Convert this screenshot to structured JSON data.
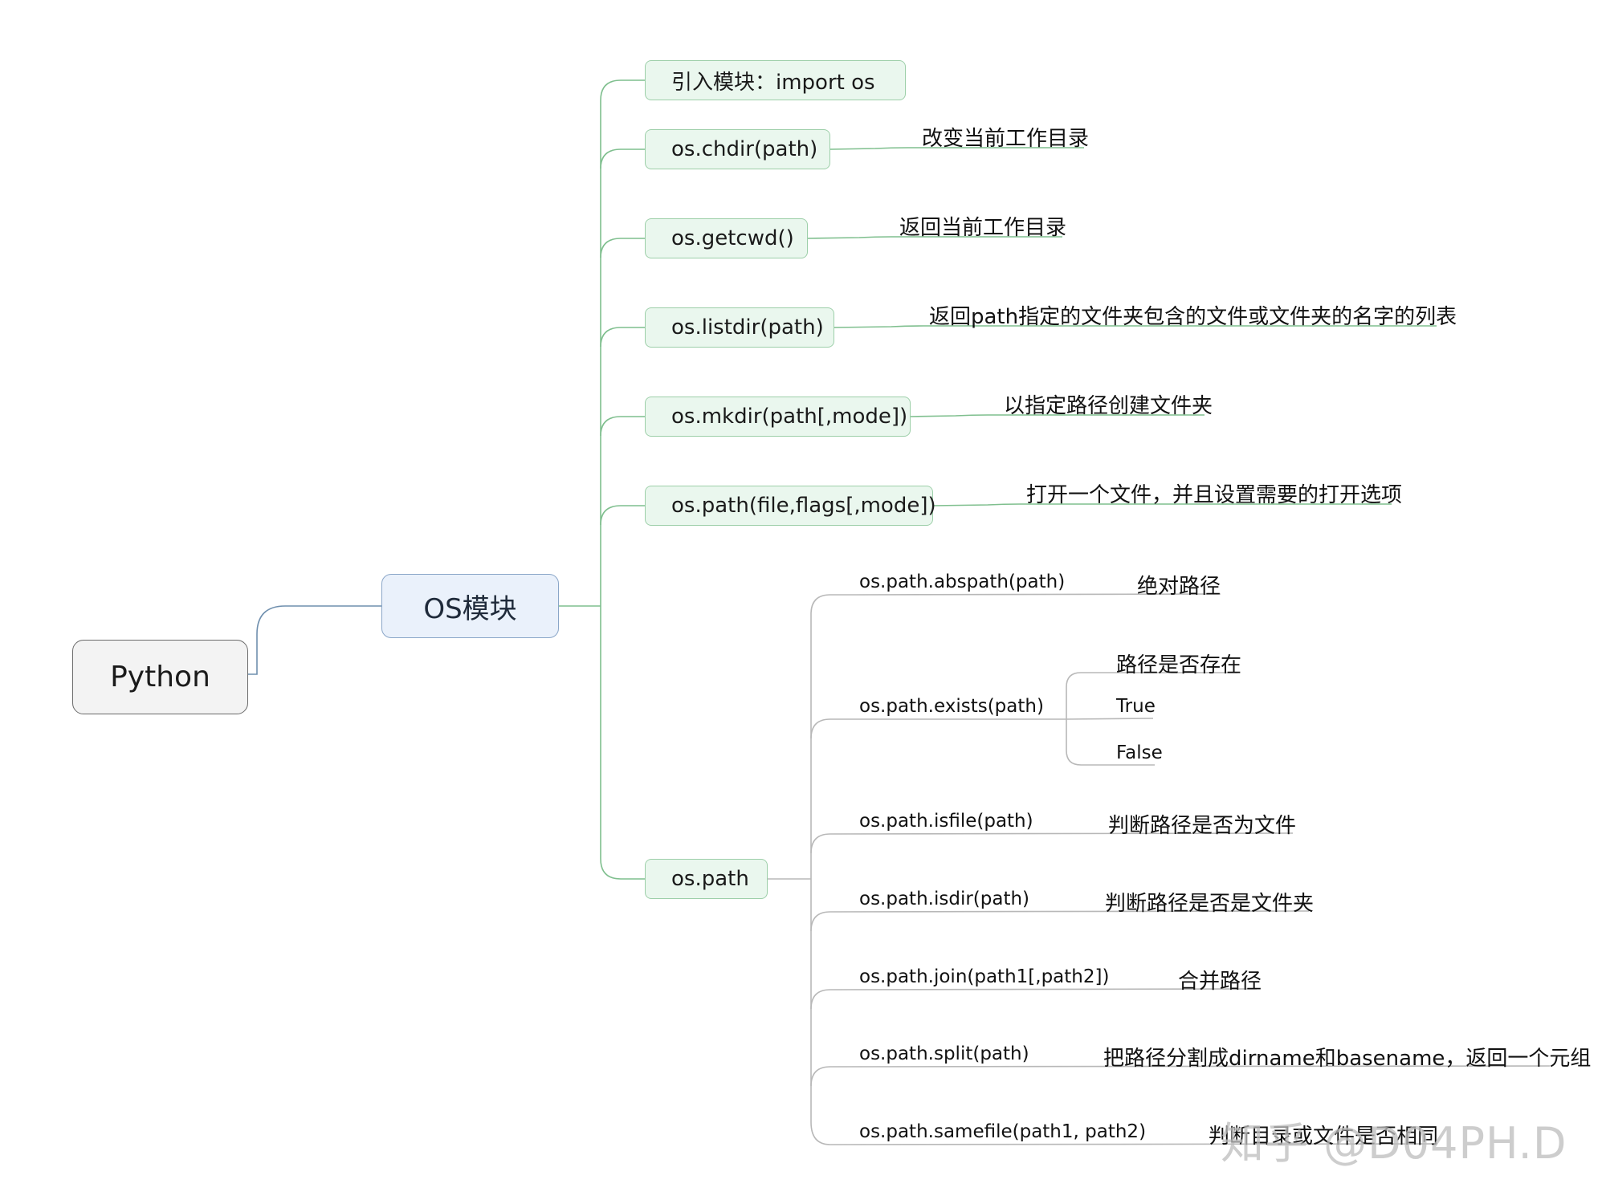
{
  "root": {
    "label": "Python"
  },
  "main": {
    "label": "OS模块"
  },
  "branches": [
    {
      "label": "引入模块：import os",
      "desc": ""
    },
    {
      "label": "os.chdir(path)",
      "desc": "改变当前工作目录"
    },
    {
      "label": "os.getcwd()",
      "desc": "返回当前工作目录"
    },
    {
      "label": "os.listdir(path)",
      "desc": "返回path指定的文件夹包含的文件或文件夹的名字的列表"
    },
    {
      "label": "os.mkdir(path[,mode])",
      "desc": "以指定路径创建文件夹"
    },
    {
      "label": "os.path(file,flags[,mode])",
      "desc": "打开一个文件，并且设置需要的打开选项"
    },
    {
      "label": "os.path",
      "desc": ""
    }
  ],
  "path_children": [
    {
      "label": "os.path.abspath(path)",
      "desc": "绝对路径"
    },
    {
      "label": "os.path.exists(path)",
      "desc": "",
      "children": [
        "路径是否存在",
        "True",
        "False"
      ]
    },
    {
      "label": "os.path.isfile(path)",
      "desc": "判断路径是否为文件"
    },
    {
      "label": "os.path.isdir(path)",
      "desc": "判断路径是否是文件夹"
    },
    {
      "label": "os.path.join(path1[,path2])",
      "desc": "合并路径"
    },
    {
      "label": "os.path.split(path)",
      "desc": "把路径分割成dirname和basename，返回一个元组"
    },
    {
      "label": "os.path.samefile(path1, path2)",
      "desc": "判断目录或文件是否相同"
    }
  ],
  "watermark": "知乎 @D04PH.D",
  "colors": {
    "line_green": "#7fbf8e",
    "line_gray": "#b8b8b8",
    "line_blue": "#6f8fae"
  }
}
